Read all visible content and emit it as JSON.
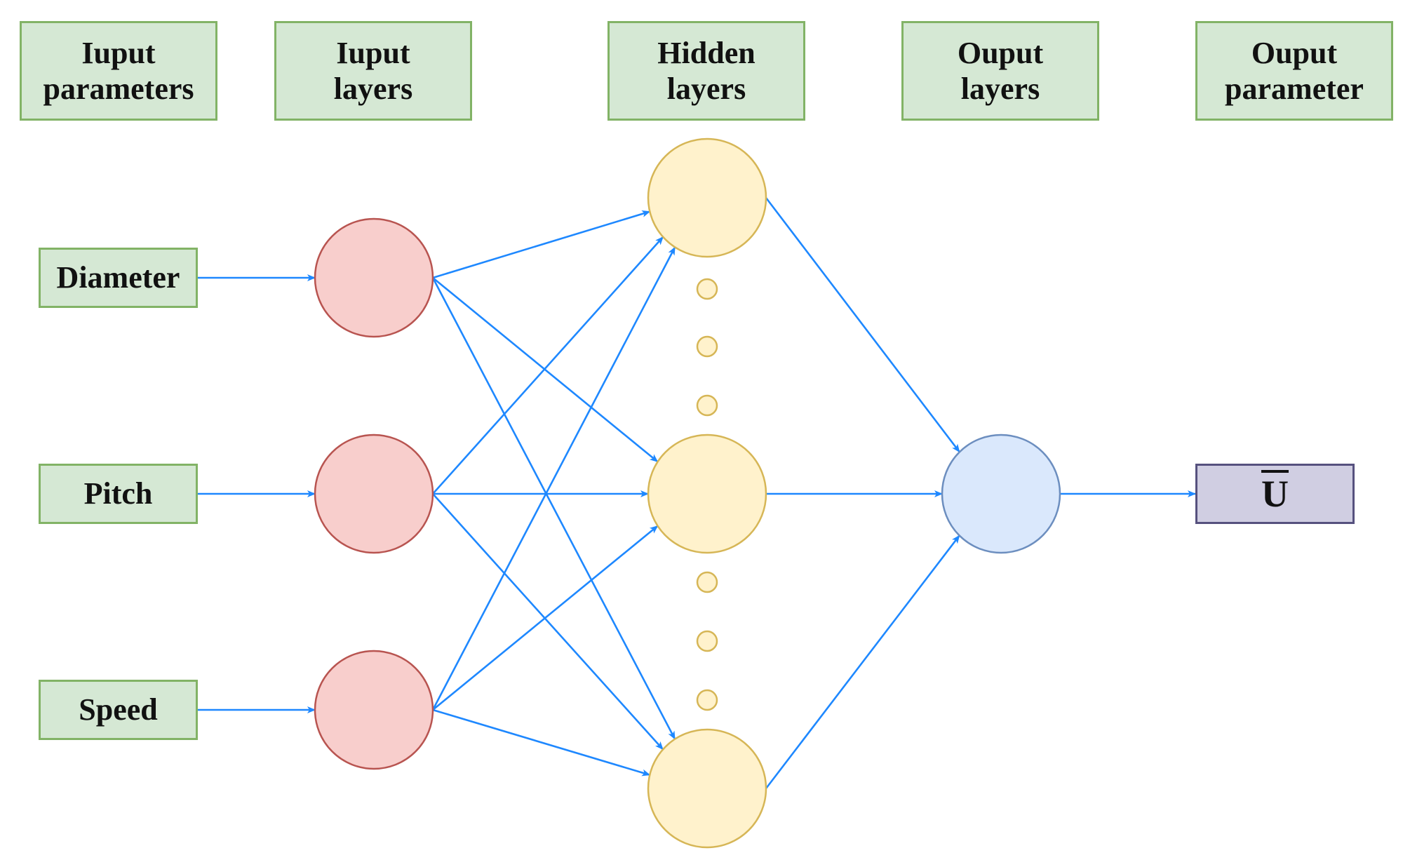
{
  "headers": [
    {
      "id": "input-parameters",
      "text": "Iuput\nparameters"
    },
    {
      "id": "input-layers",
      "text": "Iuput\nlayers"
    },
    {
      "id": "hidden-layers",
      "text": "Hidden\nlayers"
    },
    {
      "id": "output-layers",
      "text": "Ouput\nlayers"
    },
    {
      "id": "output-parameter",
      "text": "Ouput\nparameter"
    }
  ],
  "inputs": [
    "Diameter",
    "Pitch",
    "Speed"
  ],
  "output": {
    "symbol": "U"
  },
  "network": {
    "input_nodes": 3,
    "hidden_nodes_shown": 3,
    "hidden_ellipsis_dots_per_gap": 3,
    "output_nodes": 1
  },
  "colors": {
    "label_fill": "#d5e8d4",
    "label_border": "#82b366",
    "input_node_fill": "#f8cecc",
    "input_node_border": "#b85450",
    "hidden_node_fill": "#fff2cc",
    "hidden_node_border": "#d6b656",
    "output_node_fill": "#dae8fc",
    "output_node_border": "#6c8ebf",
    "output_box_fill": "#d0cee2",
    "output_box_border": "#56517e",
    "edge": "#1e88ff"
  }
}
